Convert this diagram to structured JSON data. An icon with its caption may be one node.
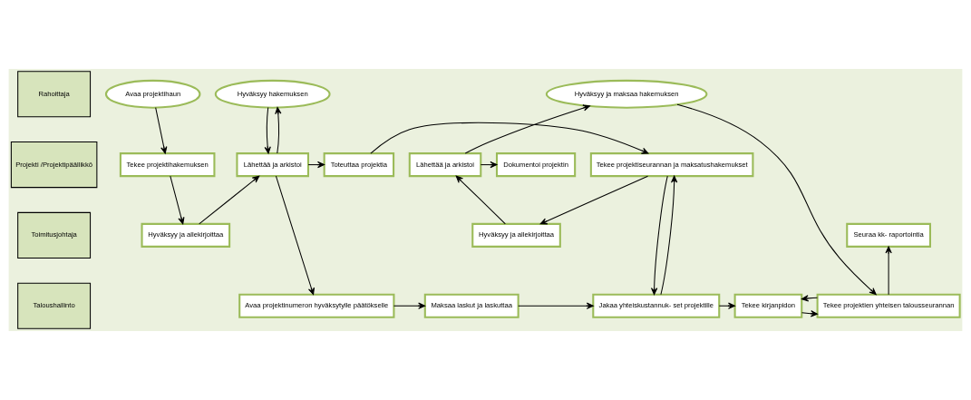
{
  "diagram": {
    "nodes": [
      {
        "text": [
          "Rahoittaja"
        ]
      },
      {
        "text": [
          "Projekti /Projektipäällikkö"
        ]
      },
      {
        "text": [
          "Toimitusjohtaja"
        ]
      },
      {
        "text": [
          "Taloushallinto"
        ]
      },
      {
        "text": [
          "Avaa projektihaun"
        ]
      },
      {
        "text": [
          "Hyväksyy hakemuksen"
        ]
      },
      {
        "text": [
          "Hyväksyy ja maksaa hakemuksen"
        ]
      },
      {
        "text": [
          "Tekee projektihakemuksen"
        ]
      },
      {
        "text": [
          "Lähettää ja arkistoi"
        ]
      },
      {
        "text": [
          "Toteuttaa projektia"
        ]
      },
      {
        "text": [
          "Tekee projektiseurannan ja maksatushakemukset"
        ]
      },
      {
        "text": [
          "Lähettää ja arkistoi"
        ]
      },
      {
        "text": [
          "Dokumentoi projektin"
        ]
      },
      {
        "text": [
          "Hyväksyy ja allekirjoittaa"
        ]
      },
      {
        "text": [
          "Hyväksyy ja allekirjoittaa"
        ]
      },
      {
        "text": [
          "Seuraa kk- raportointia"
        ]
      },
      {
        "text": [
          "Avaa projektinumeron hyväksytylle päätökselle"
        ]
      },
      {
        "text": [
          "Maksaa laskut ja laskuttaa"
        ]
      },
      {
        "text": [
          "Jakaa yhteiskustannuk- set projektille"
        ]
      },
      {
        "text": [
          "Tekee kirjanpidon"
        ]
      },
      {
        "text": [
          "Tekee projektien yhteisen talousseurannan"
        ]
      }
    ],
    "edges": [
      {
        "from": 4,
        "to": 7,
        "arrow": "to"
      },
      {
        "from": 8,
        "to": 5,
        "arrow": "to"
      },
      {
        "from": 5,
        "to": 8,
        "arrow": "to"
      },
      {
        "from": 7,
        "to": 13,
        "arrow": "to"
      },
      {
        "from": 13,
        "to": 8,
        "arrow": "to"
      },
      {
        "from": 8,
        "to": 9,
        "arrow": "to"
      },
      {
        "from": 8,
        "to": 16,
        "arrow": "to"
      },
      {
        "from": 9,
        "to": 10,
        "arrow": "to"
      },
      {
        "from": 10,
        "to": 14,
        "arrow": "to"
      },
      {
        "from": 10,
        "to": 18,
        "arrow": "to"
      },
      {
        "from": 18,
        "to": 10,
        "arrow": "to"
      },
      {
        "from": 14,
        "to": 11,
        "arrow": "to"
      },
      {
        "from": 11,
        "to": 6,
        "arrow": "to"
      },
      {
        "from": 11,
        "to": 12,
        "arrow": "to"
      },
      {
        "from": 6,
        "to": 20,
        "arrow": "to"
      },
      {
        "from": 16,
        "to": 17,
        "arrow": "to"
      },
      {
        "from": 17,
        "to": 18,
        "arrow": "to"
      },
      {
        "from": 18,
        "to": 19,
        "arrow": "to"
      },
      {
        "from": 19,
        "to": 20,
        "arrow": "to"
      },
      {
        "from": 20,
        "to": 19,
        "arrow": "to"
      },
      {
        "from": 20,
        "to": 15,
        "arrow": "to"
      }
    ]
  }
}
